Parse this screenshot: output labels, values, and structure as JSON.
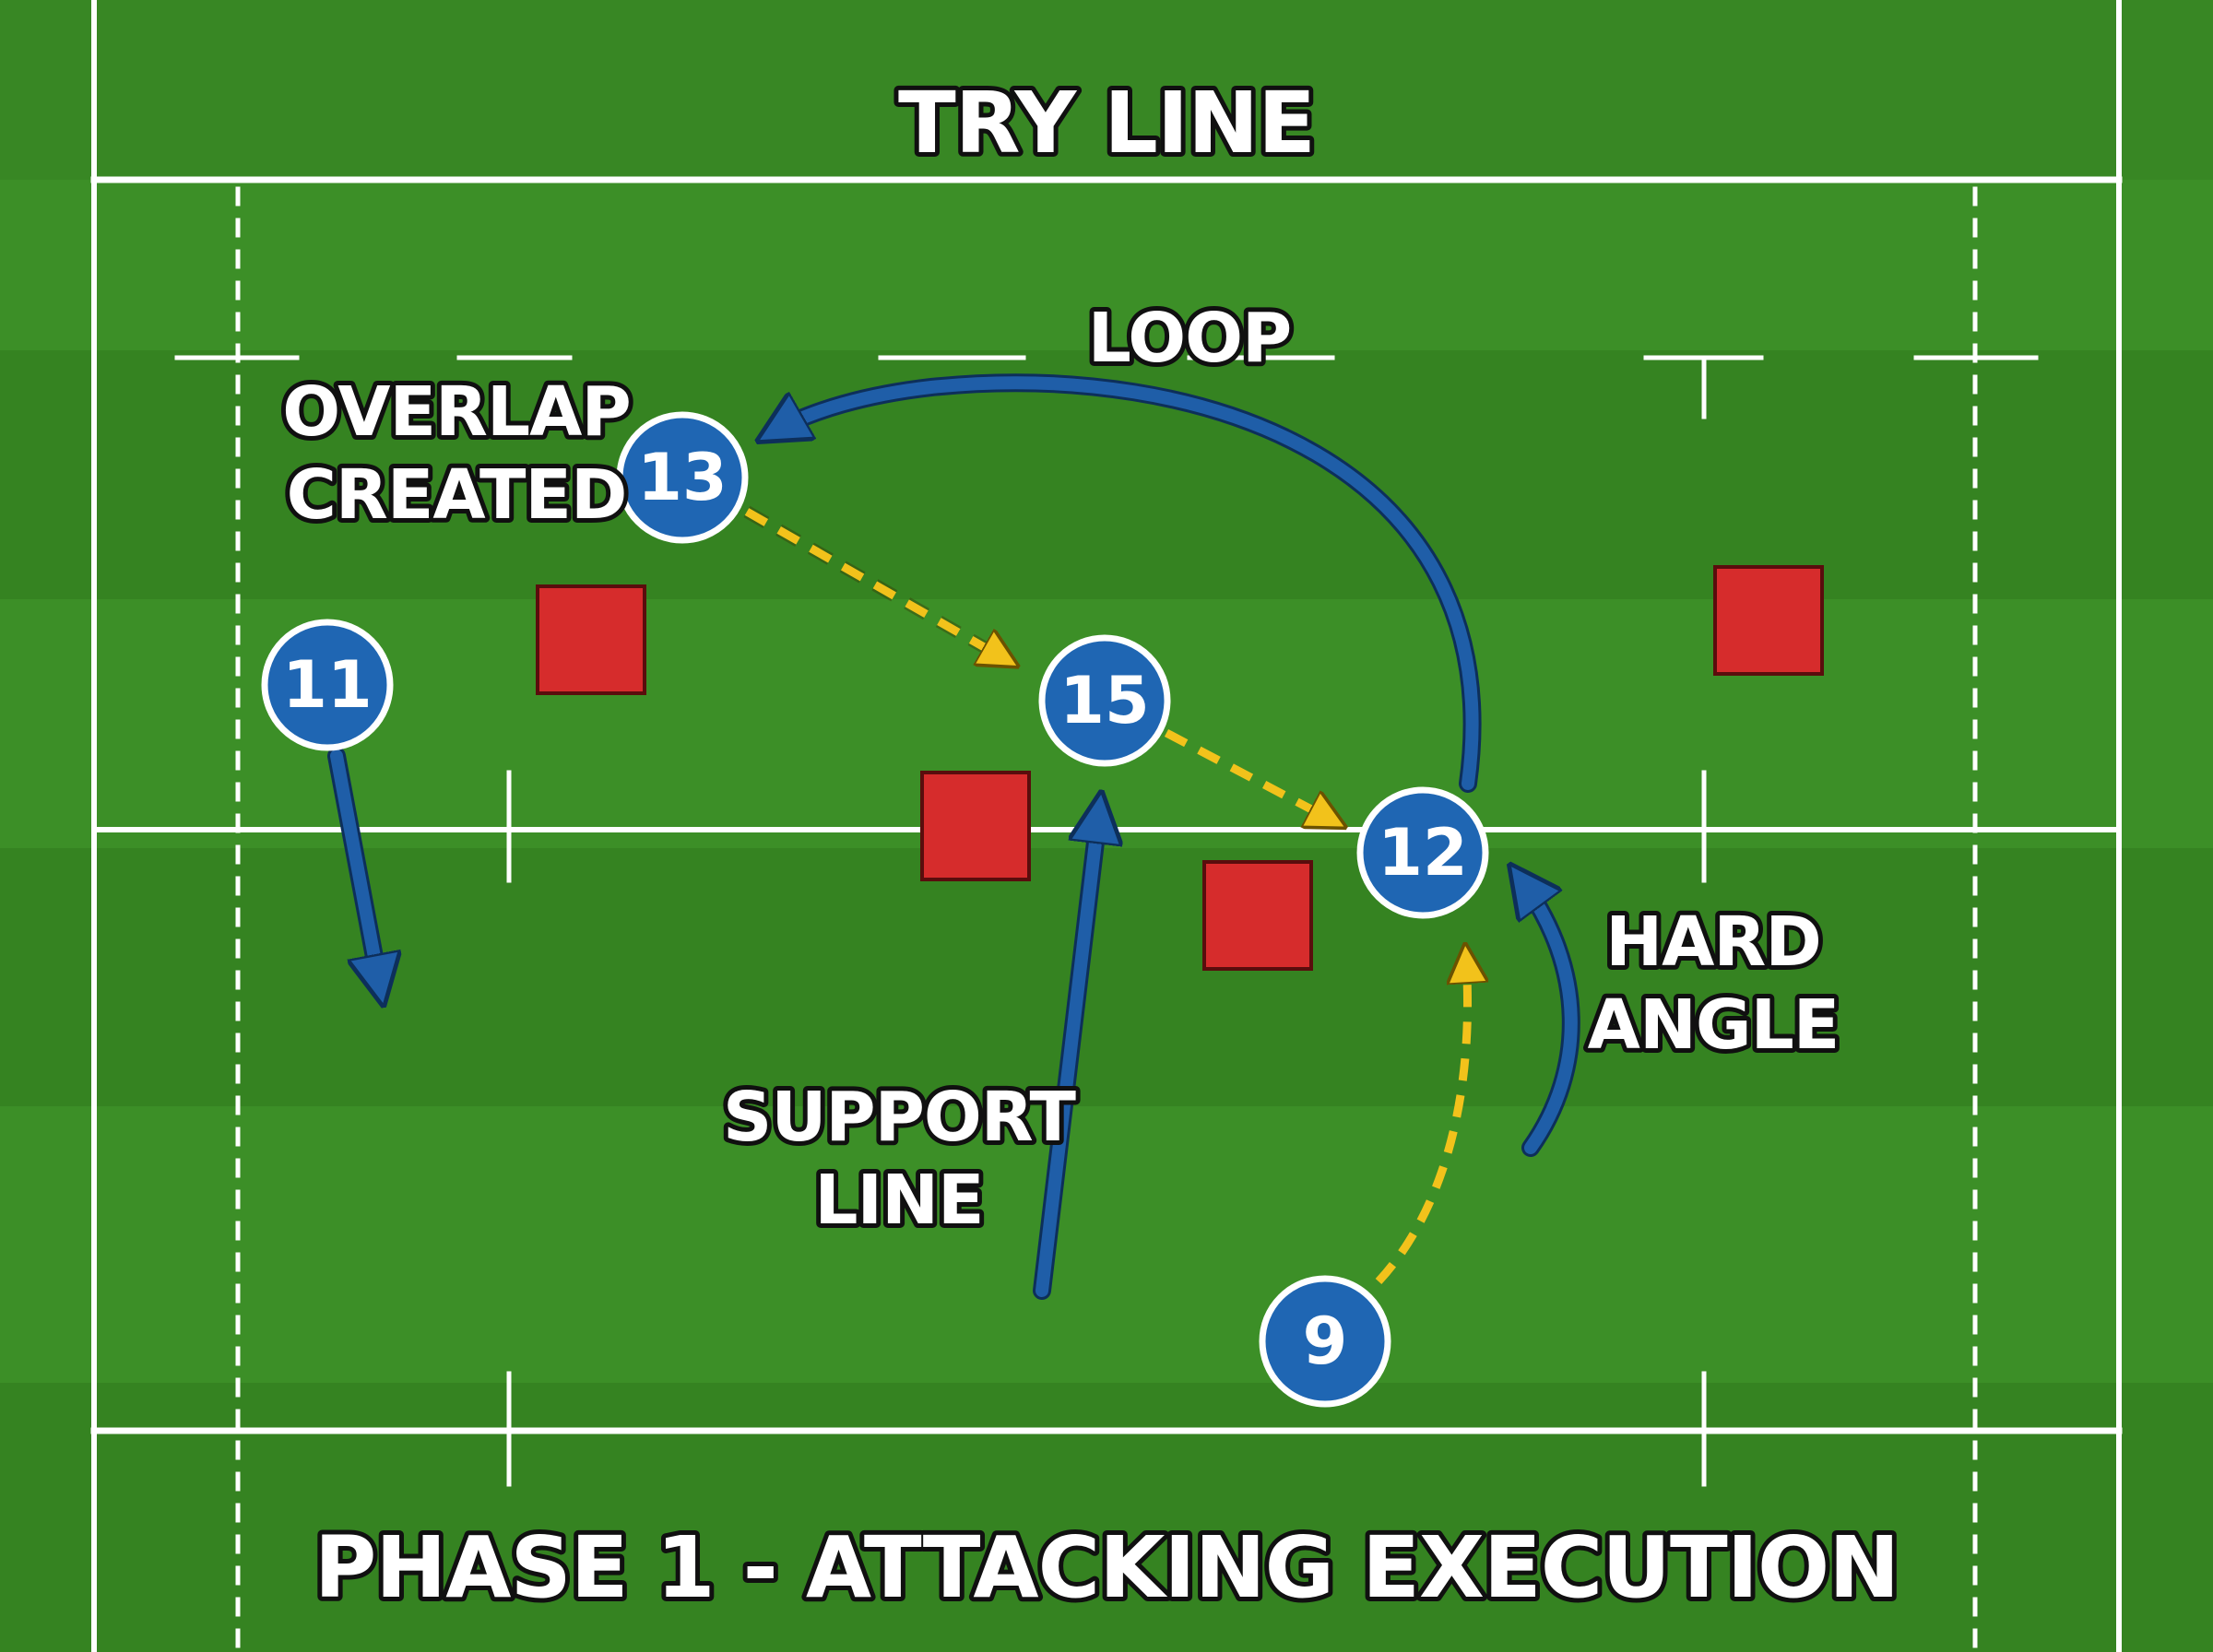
{
  "title_top": "TRY LINE",
  "title_bottom": "PHASE 1 - ATTACKING EXECUTION",
  "labels": {
    "loop": "LOOP",
    "overlap_1": "OVERLAP",
    "overlap_2": "CREATED",
    "support_1": "SUPPORT",
    "support_2": "LINE",
    "hard_1": "HARD",
    "hard_2": "ANGLE"
  },
  "players": [
    {
      "id": "p13",
      "number": "13"
    },
    {
      "id": "p11",
      "number": "11"
    },
    {
      "id": "p15",
      "number": "15"
    },
    {
      "id": "p12",
      "number": "12"
    },
    {
      "id": "p9",
      "number": "9"
    }
  ],
  "colors": {
    "grass_light": "#3c8f27",
    "grass_dark": "#2c7019",
    "line": "#ffffff",
    "player_fill": "#1f66b3",
    "player_ring": "#ffffff",
    "defender": "#d62c2c",
    "run_arrow": "#1f5ea8",
    "pass_arrow": "#f2c21b"
  },
  "legend": {
    "defender": "defender-square",
    "attacker": "attacker-circle",
    "run": "solid-blue-arrow",
    "pass": "dashed-yellow-arrow"
  }
}
